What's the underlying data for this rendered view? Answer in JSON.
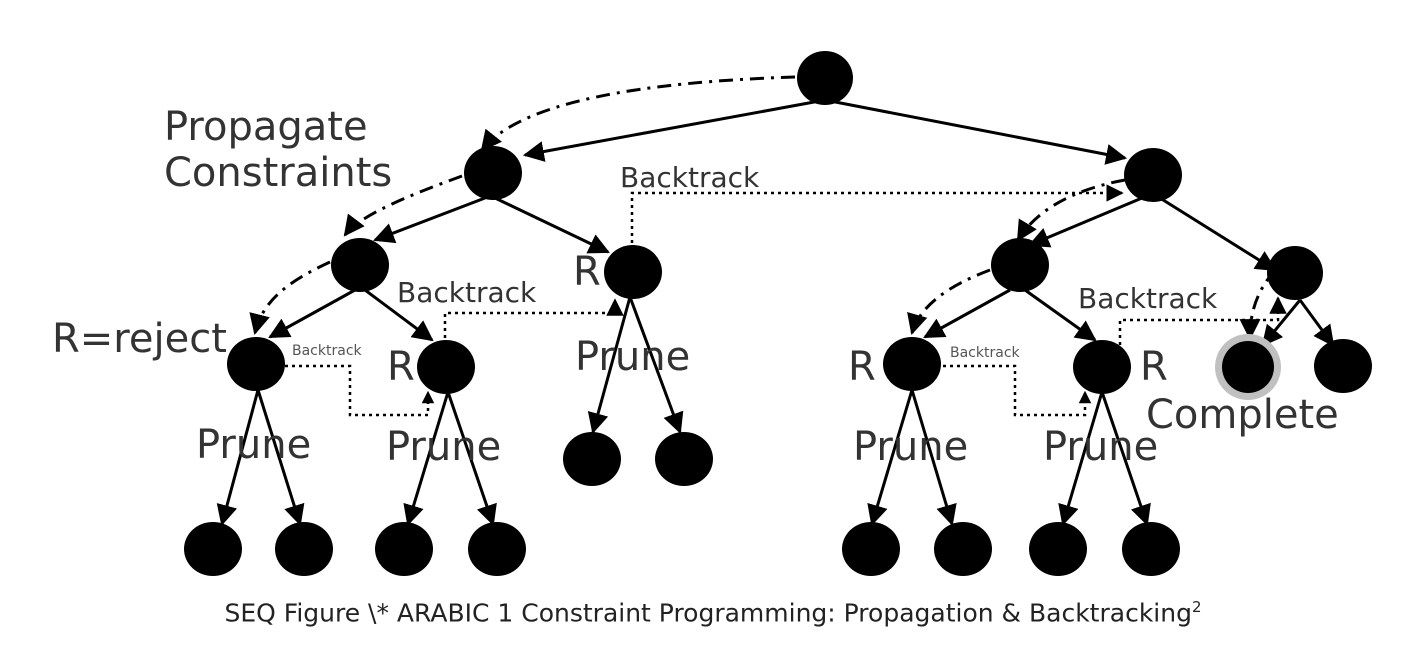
{
  "labels": {
    "propagate_line1": "Propagate",
    "propagate_line2": "Constraints",
    "r_reject": "R=reject",
    "r": "R",
    "prune": "Prune",
    "backtrack": "Backtrack",
    "complete": "Complete"
  },
  "caption": {
    "text": "SEQ Figure \\* ARABIC 1 Constraint Programming: Propagation & Backtracking",
    "superscript": "2"
  }
}
